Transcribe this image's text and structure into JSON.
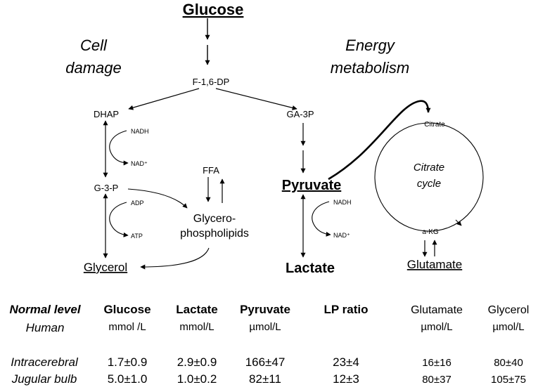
{
  "diagram": {
    "glucose": "Glucose",
    "section_left": [
      "Cell",
      "damage"
    ],
    "section_right": [
      "Energy",
      "metabolism"
    ],
    "f16dp": "F-1,6-DP",
    "dhap": "DHAP",
    "ga3p": "GA-3P",
    "nadh": "NADH",
    "nad_plus": "NAD⁺",
    "g3p": "G-3-P",
    "ffa": "FFA",
    "adp": "ADP",
    "atp": "ATP",
    "glycerophospholipids": [
      "Glycero-",
      "phospholipids"
    ],
    "glycerol": "Glycerol",
    "pyruvate": "Pyruvate",
    "lactate": "Lactate",
    "citrate": "Citrate",
    "citrate_cycle": [
      "Citrate",
      "cycle"
    ],
    "akg": "a-KG",
    "glutamate": "Glutamate"
  },
  "table": {
    "row_header": [
      "Normal level",
      "Human"
    ],
    "columns": [
      {
        "name": "Glucose",
        "unit": "mmol /L"
      },
      {
        "name": "Lactate",
        "unit": "mmol/L"
      },
      {
        "name": "Pyruvate",
        "unit": "µmol/L"
      },
      {
        "name": "LP ratio",
        "unit": ""
      },
      {
        "name": "Glutamate",
        "unit": "µmol/L"
      },
      {
        "name": "Glycerol",
        "unit": "µmol/L"
      }
    ],
    "rows": [
      {
        "label": "Intracerebral",
        "values": [
          "1.7±0.9",
          "2.9±0.9",
          "166±47",
          "23±4",
          "16±16",
          "80±40"
        ]
      },
      {
        "label": "Jugular bulb",
        "values": [
          "5.0±1.0",
          "1.0±0.2",
          "82±11",
          "12±3",
          "80±37",
          "105±75"
        ]
      }
    ]
  }
}
